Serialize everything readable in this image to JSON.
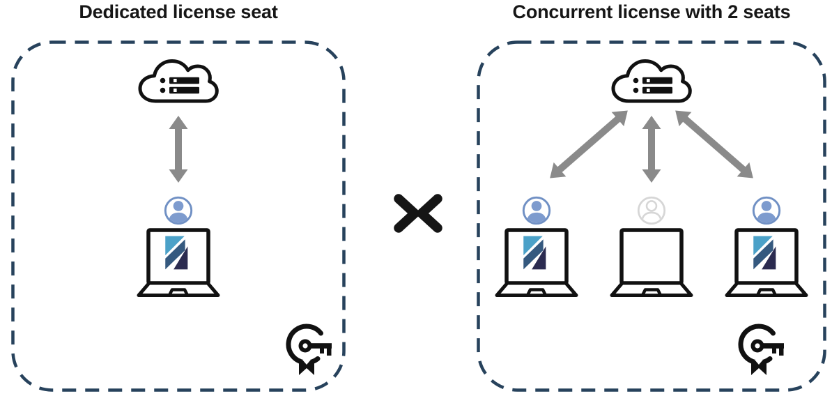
{
  "left_panel": {
    "title": "Dedicated license seat",
    "icons": {
      "cloud": "cloud-license-server-icon",
      "connection": "bidirectional-sync-arrow-icon",
      "user": "active-user-icon",
      "laptop": "laptop-running-app-icon",
      "license": "license-key-badge-icon"
    },
    "seats": [
      {
        "user_state": "active",
        "app_running": true
      }
    ]
  },
  "comparison": {
    "icon": "compare-chevrons-icon"
  },
  "right_panel": {
    "title": "Concurrent license with 2 seats",
    "icons": {
      "cloud": "cloud-license-server-icon",
      "connection": "bidirectional-sync-arrow-icon",
      "license": "license-key-badge-icon"
    },
    "seats": [
      {
        "user_state": "active",
        "app_running": true
      },
      {
        "user_state": "inactive",
        "app_running": false
      },
      {
        "user_state": "active",
        "app_running": true
      }
    ]
  },
  "colors": {
    "panel_border": "#27425c",
    "arrow_gray": "#8a8a8a",
    "user_active_blue": "#7494c8",
    "user_inactive_gray": "#d6d6d6",
    "logo_light_blue": "#4ba1c8",
    "logo_mid_blue": "#35597f",
    "logo_dark_navy": "#2b2b50",
    "icon_black": "#111111"
  }
}
